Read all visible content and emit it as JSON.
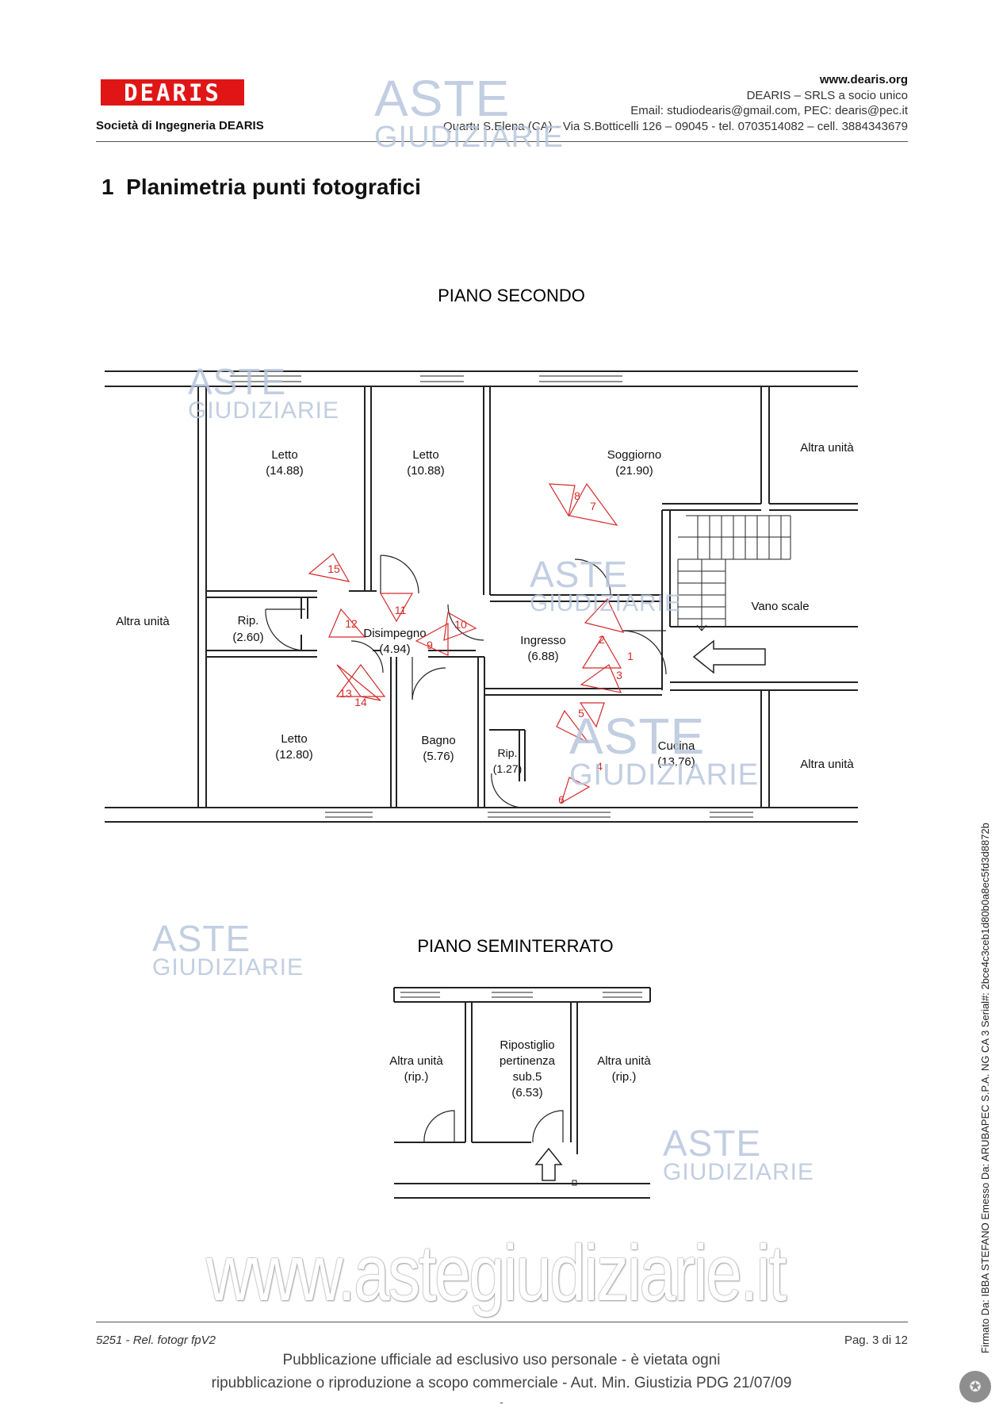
{
  "header": {
    "logo_text": "DEARIS",
    "company": "Società di Ingegneria  DEARIS",
    "website": "www.dearis.org",
    "company_type": "DEARIS – SRLS a socio unico",
    "email_line": "Email: studiodearis@gmail.com, PEC: dearis@pec.it",
    "address_line": "Quartu S.Elena (CA) - Via S.Botticelli 126 – 09045 - tel. 0703514082 – cell. 3884343679"
  },
  "section": {
    "number": "1",
    "title": "Planimetria punti fotografici"
  },
  "plan_second": {
    "title": "PIANO SECONDO",
    "rooms": [
      {
        "name": "Letto",
        "area": "(14.88)"
      },
      {
        "name": "Letto",
        "area": "(10.88)"
      },
      {
        "name": "Soggiorno",
        "area": "(21.90)"
      },
      {
        "name": "Altra unità",
        "area": ""
      },
      {
        "name": "Altra unità",
        "area": ""
      },
      {
        "name": "Rip.",
        "area": "(2.60)"
      },
      {
        "name": "Disimpegno",
        "area": "(4.94)"
      },
      {
        "name": "Ingresso",
        "area": "(6.88)"
      },
      {
        "name": "Vano scale",
        "area": ""
      },
      {
        "name": "Letto",
        "area": "(12.80)"
      },
      {
        "name": "Bagno",
        "area": "(5.76)"
      },
      {
        "name": "Rip.",
        "area": "(1.27)"
      },
      {
        "name": "Cucina",
        "area": "(13.76)"
      },
      {
        "name": "Altra unità",
        "area": ""
      }
    ],
    "photo_points": [
      "1",
      "2",
      "3",
      "4",
      "5",
      "6",
      "7",
      "8",
      "9",
      "10",
      "11",
      "12",
      "13",
      "14",
      "15"
    ]
  },
  "plan_basement": {
    "title": "PIANO SEMINTERRATO",
    "rooms": [
      {
        "line1": "Altra unità",
        "line2": "(rip.)"
      },
      {
        "line1": "Ripostiglio",
        "line2": "pertinenza",
        "line3": "sub.5",
        "line4": "(6.53)"
      },
      {
        "line1": "Altra unità",
        "line2": "(rip.)"
      }
    ]
  },
  "watermark": {
    "aste": "ASTE",
    "giudiziarie": "GIUDIZIARIE",
    "site": "www.astegiudiziarie.it"
  },
  "footer": {
    "doc_ref": "5251 - Rel. fotogr fpV2",
    "page": "Pag. 3 di 12",
    "publication_line1": "Pubblicazione ufficiale ad esclusivo uso personale - è vietata ogni",
    "publication_line2": "ripubblicazione o riproduzione a scopo commerciale - Aut. Min. Giustizia PDG 21/07/09",
    "dash": "-",
    "signature": "Firmato Da: IBBA STEFANO Emesso Da: ARUBAPEC S.P.A. NG CA 3 Serial#: 2bce4c3ceb1d80b0a8ec5fd3d8872b"
  },
  "colors": {
    "photo_marker": "#d42a2a",
    "logo_bg": "#e01616",
    "watermark": "#b8c6dc",
    "walls": "#222222"
  }
}
